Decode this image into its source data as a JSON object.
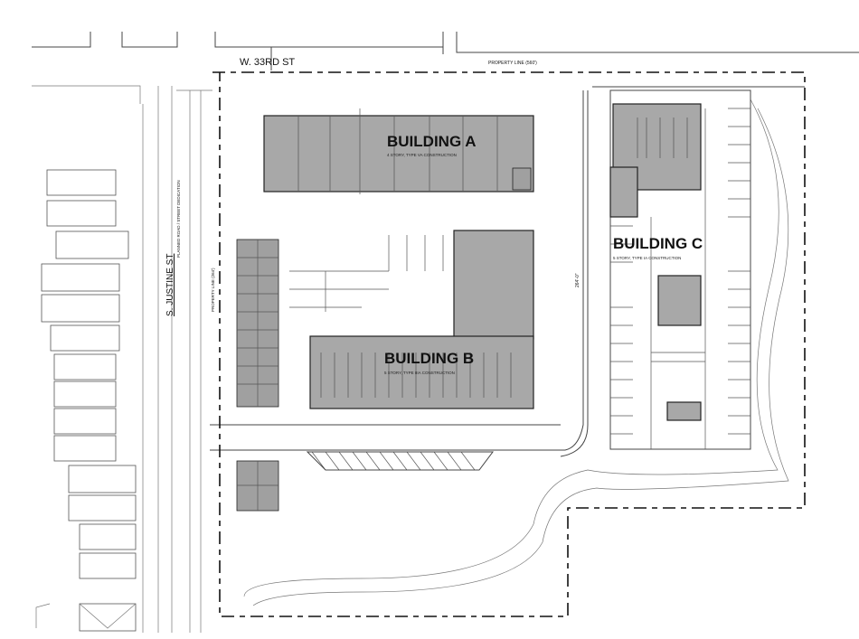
{
  "streets": {
    "north": "W. 33RD ST",
    "west": "S. JUSTINE ST",
    "west_note": "PLANNED ROAD / STREET DEDICATION",
    "property_line_north": "PROPERTY LINE (560')",
    "property_line_west": "PROPERTY LINE (264')"
  },
  "buildings": [
    {
      "name": "BUILDING A",
      "subtitle": "4 STORY, TYPE VA CONSTRUCTION"
    },
    {
      "name": "BUILDING B",
      "subtitle": "5 STORY, TYPE IIIA CONSTRUCTION"
    },
    {
      "name": "BUILDING C",
      "subtitle": "5 STORY, TYPE IA CONSTRUCTION"
    }
  ],
  "dimension": "264'-0\"",
  "colors": {
    "building_fill": "#a8a8a8",
    "line": "#444444"
  }
}
